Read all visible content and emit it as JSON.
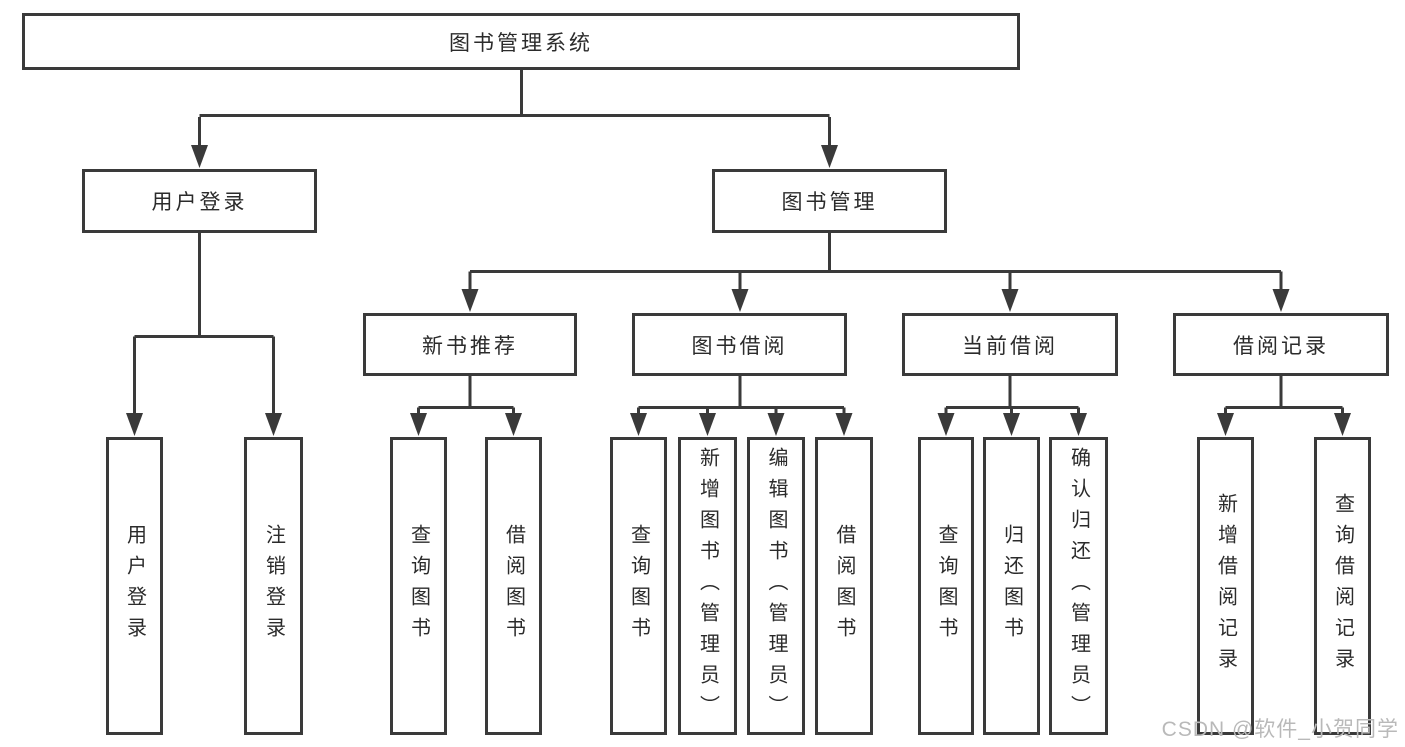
{
  "colors": {
    "line": "#3a3a3a",
    "box_border": "#3a3a3a",
    "text": "#2b2b2b",
    "watermark": "#b9b9b9",
    "background": "#ffffff"
  },
  "watermark": {
    "text": "CSDN @软件_小贺同学"
  },
  "nodes": {
    "root": {
      "label": "图书管理系统"
    },
    "level2": [
      {
        "label": "用户登录"
      },
      {
        "label": "图书管理"
      }
    ],
    "level3": [
      {
        "label": "新书推荐",
        "parent": "图书管理"
      },
      {
        "label": "图书借阅",
        "parent": "图书管理"
      },
      {
        "label": "当前借阅",
        "parent": "图书管理"
      },
      {
        "label": "借阅记录",
        "parent": "图书管理"
      }
    ],
    "leaves": [
      {
        "label": "用户登录",
        "parent": "用户登录"
      },
      {
        "label": "注销登录",
        "parent": "用户登录"
      },
      {
        "label": "查询图书",
        "parent": "新书推荐"
      },
      {
        "label": "借阅图书",
        "parent": "新书推荐"
      },
      {
        "label": "查询图书",
        "parent": "图书借阅"
      },
      {
        "label": "新增图书（管理员）",
        "parent": "图书借阅"
      },
      {
        "label": "编辑图书（管理员）",
        "parent": "图书借阅"
      },
      {
        "label": "借阅图书",
        "parent": "图书借阅"
      },
      {
        "label": "查询图书",
        "parent": "当前借阅"
      },
      {
        "label": "归还图书",
        "parent": "当前借阅"
      },
      {
        "label": "确认归还（管理员）",
        "parent": "当前借阅"
      },
      {
        "label": "新增借阅记录",
        "parent": "借阅记录"
      },
      {
        "label": "查询借阅记录",
        "parent": "借阅记录"
      }
    ]
  }
}
